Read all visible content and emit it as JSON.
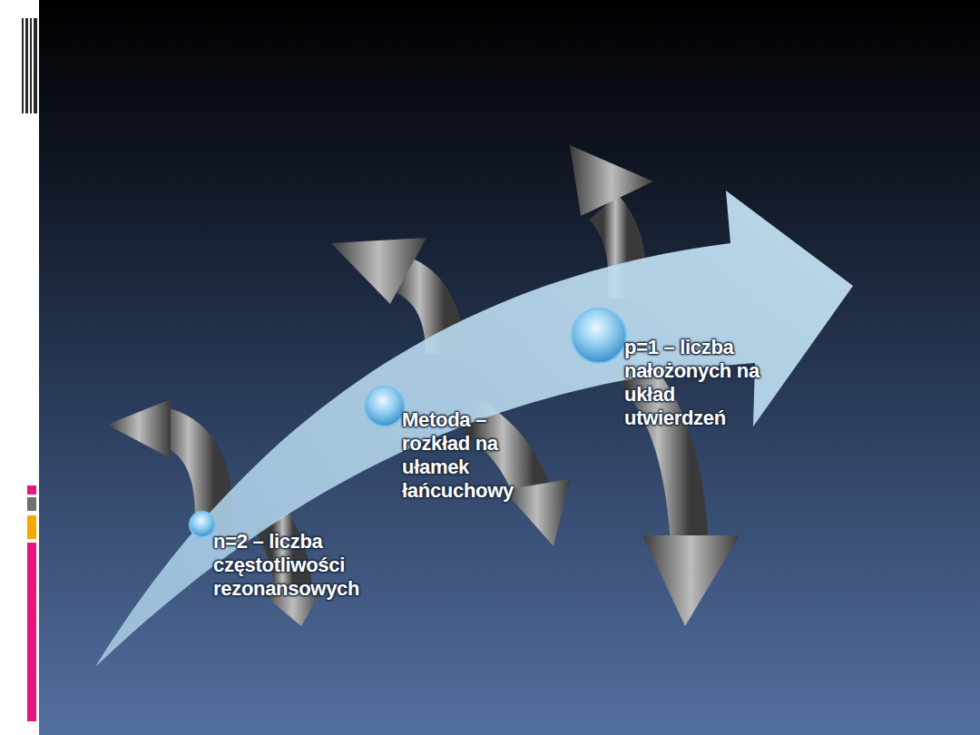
{
  "diagram": {
    "labels": [
      "n=2 – liczba częstotliwości rezonansowych",
      "Metoda – rozkład na ułamek łańcuchowy",
      "p=1 – liczba nałożonych na układ utwierdzeń"
    ]
  }
}
